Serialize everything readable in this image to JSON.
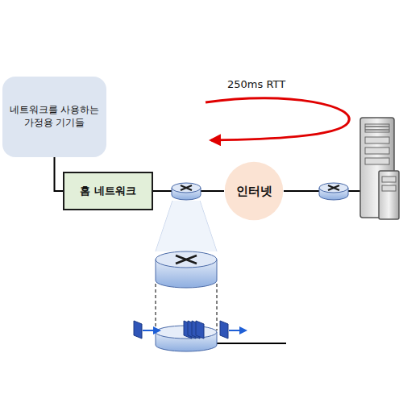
{
  "diagram": {
    "nodes": [
      {
        "text": [
          "네트워크를 사용하는 가정용 기기들"
        ]
      },
      {
        "text": [
          "홈 네트워크"
        ]
      },
      {
        "text": [
          "인터넷"
        ]
      }
    ],
    "edges": [
      {
        "from": 0,
        "to": 1,
        "arrow": "none"
      },
      {
        "from": 1,
        "to": 2,
        "arrow": "none"
      }
    ],
    "labels": [
      "250ms RTT"
    ]
  }
}
